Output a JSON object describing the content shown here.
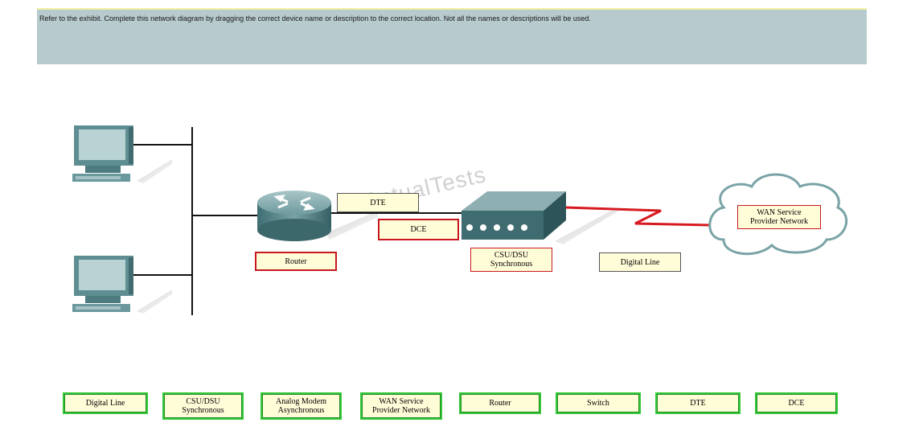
{
  "instruction": "Refer to the exhibit.  Complete this network diagram by dragging the correct device name or description to the correct location.  Not all the names or descriptions will be used.",
  "watermark": "ActualTests",
  "placed_labels": {
    "router": "Router",
    "dte": "DTE",
    "dce": "DCE",
    "csu_dsu_line1": "CSU/DSU",
    "csu_dsu_line2": "Synchronous",
    "digital_line": "Digital Line",
    "wan_line1": "WAN Service",
    "wan_line2": "Provider Network"
  },
  "options": [
    {
      "line1": "Digital Line",
      "line2": ""
    },
    {
      "line1": "CSU/DSU",
      "line2": "Synchronous"
    },
    {
      "line1": "Analog Modem",
      "line2": "Asynchronous"
    },
    {
      "line1": "WAN Service",
      "line2": "Provider Network"
    },
    {
      "line1": "Router",
      "line2": ""
    },
    {
      "line1": "Switch",
      "line2": ""
    },
    {
      "line1": "DTE",
      "line2": ""
    },
    {
      "line1": "DCE",
      "line2": ""
    }
  ]
}
